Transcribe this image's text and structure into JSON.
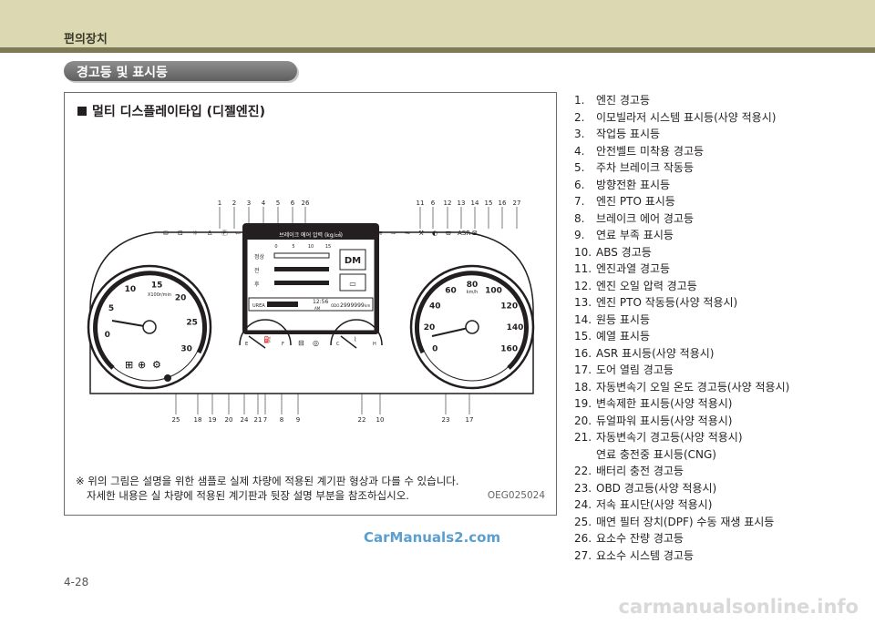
{
  "header": {
    "chapter": "편의장치",
    "section": "경고등 및 표시등"
  },
  "figure": {
    "title": "멀티 디스플레이타입 (디젤엔진)",
    "callouts_top": [
      "1",
      "2",
      "3",
      "4",
      "5",
      "6",
      "26",
      "11",
      "6",
      "12",
      "13",
      "14",
      "15",
      "16",
      "27"
    ],
    "callouts_bottom": [
      "25",
      "18",
      "19",
      "20",
      "24",
      "21",
      "7",
      "8",
      "9",
      "22",
      "10",
      "23",
      "17"
    ],
    "tacho_ticks": [
      "0",
      "5",
      "10",
      "15",
      "20",
      "25",
      "30"
    ],
    "tacho_unit": "X100r/min",
    "speedo_ticks": [
      "0",
      "20",
      "40",
      "60",
      "80",
      "100",
      "120",
      "140",
      "160"
    ],
    "speedo_unit": "km/h",
    "display": {
      "header": "브레이크 에어 압력 (kg/㎠)",
      "scale": [
        "0",
        "5",
        "10",
        "15"
      ],
      "rows": [
        "정상",
        "전",
        "후"
      ],
      "gear": "DM",
      "urea": "UREA",
      "time": "12:56",
      "ampm": "AM",
      "odo_label": "ODO",
      "odo": "2999999",
      "odo_unit": "km"
    },
    "fuel_marks": [
      "E",
      "F"
    ],
    "temp_marks": [
      "C",
      "H"
    ],
    "note_line1": "※ 위의 그림은 설명을 위한 샘플로 실제 차량에 적용된 계기판 형상과 다를 수 있습니다.",
    "note_line2": "자세한 내용은 실 차량에 적용된 계기판과 뒷장 설명 부분을 참조하십시오.",
    "code": "OEG025024"
  },
  "legend": [
    {
      "num": "1.",
      "text": "엔진 경고등"
    },
    {
      "num": "2.",
      "text": "이모빌라저 시스템 표시등(사양 적용시)"
    },
    {
      "num": "3.",
      "text": "작업등 표시등"
    },
    {
      "num": "4.",
      "text": "안전벨트 미착용 경고등"
    },
    {
      "num": "5.",
      "text": "주차 브레이크 작동등"
    },
    {
      "num": "6.",
      "text": "방향전환 표시등"
    },
    {
      "num": "7.",
      "text": "엔진 PTO 표시등"
    },
    {
      "num": "8.",
      "text": "브레이크 에어 경고등"
    },
    {
      "num": "9.",
      "text": "연료 부족 표시등"
    },
    {
      "num": "10.",
      "text": "ABS 경고등"
    },
    {
      "num": "11.",
      "text": "엔진과열 경고등"
    },
    {
      "num": "12.",
      "text": "엔진 오일 압력 경고등"
    },
    {
      "num": "13.",
      "text": "엔진 PTO 작동등(사양 적용시)"
    },
    {
      "num": "14.",
      "text": "원등 표시등"
    },
    {
      "num": "15.",
      "text": "예열 표시등"
    },
    {
      "num": "16.",
      "text": "ASR 표시등(사양 적용시)"
    },
    {
      "num": "17.",
      "text": "도어 열림 경고등"
    },
    {
      "num": "18.",
      "text": "자동변속기 오일 온도 경고등(사양 적용시)"
    },
    {
      "num": "19.",
      "text": "변속제한 표시등(사양 적용시)"
    },
    {
      "num": "20.",
      "text": "듀얼파워 표시등(사양 적용시)"
    },
    {
      "num": "21.",
      "text": "자동변속기 경고등(사양 적용시)",
      "sub": "연료 충전중 표시등(CNG)"
    },
    {
      "num": "22.",
      "text": "배터리 충전 경고등"
    },
    {
      "num": "23.",
      "text": "OBD 경고등(사양 적용시)"
    },
    {
      "num": "24.",
      "text": "저속 표시단(사양 적용시)"
    },
    {
      "num": "25.",
      "text": "매연 필터 장치(DPF) 수동 재생 표시등"
    },
    {
      "num": "26.",
      "text": "요소수 잔량 경고등"
    },
    {
      "num": "27.",
      "text": "요소수 시스템 경고등"
    }
  ],
  "watermark": "CarManuals2.com",
  "page_number": "4-28",
  "footer_watermark": "carmanualsonline.info"
}
